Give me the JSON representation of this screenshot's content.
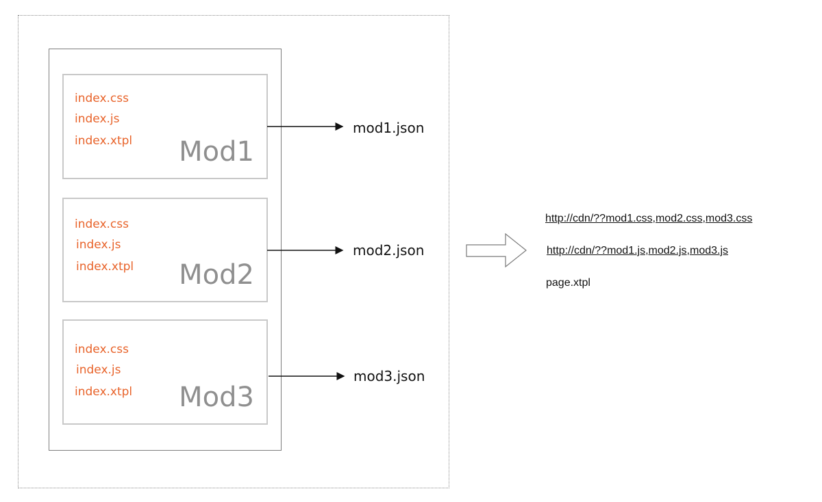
{
  "modules": [
    {
      "title": "Mod1",
      "files": [
        "index.css",
        "index.js",
        "index.xtpl"
      ],
      "json": "mod1.json"
    },
    {
      "title": "Mod2",
      "files": [
        "index.css",
        "index.js",
        "index.xtpl"
      ],
      "json": "mod2.json"
    },
    {
      "title": "Mod3",
      "files": [
        "index.css",
        "index.js",
        "index.xtpl"
      ],
      "json": "mod3.json"
    }
  ],
  "output": {
    "css_url": "http://cdn/??mod1.css,mod2.css,mod3.css",
    "js_url": "http://cdn/??mod1.js,mod2.js,mod3.js",
    "template": "page.xtpl"
  },
  "colors": {
    "file_text": "#e8632a",
    "module_title": "#8f8f8f",
    "module_border": "#c8c8c8",
    "container_border": "#7d7d7d"
  }
}
